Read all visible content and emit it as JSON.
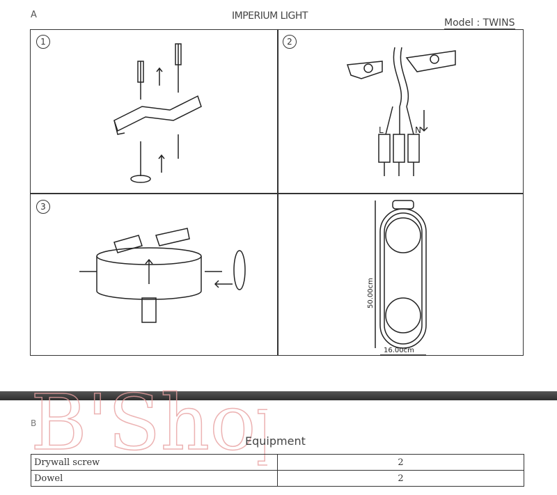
{
  "header": {
    "section_a": "A",
    "brand": "IMPERIUM LIGHT",
    "model": "Model : TWINS"
  },
  "steps": [
    {
      "number": "1"
    },
    {
      "number": "2"
    },
    {
      "number": "3"
    }
  ],
  "wiring_labels": {
    "live": "L",
    "neutral": "N"
  },
  "dimensions": {
    "height": "50.00cm",
    "width": "16.00cm"
  },
  "section_b": "B",
  "watermark": "B'Shop",
  "equipment": {
    "title": "Equipment",
    "rows": [
      {
        "item": "Drywall screw",
        "qty": "2"
      },
      {
        "item": "Dowel",
        "qty": "2"
      }
    ]
  }
}
